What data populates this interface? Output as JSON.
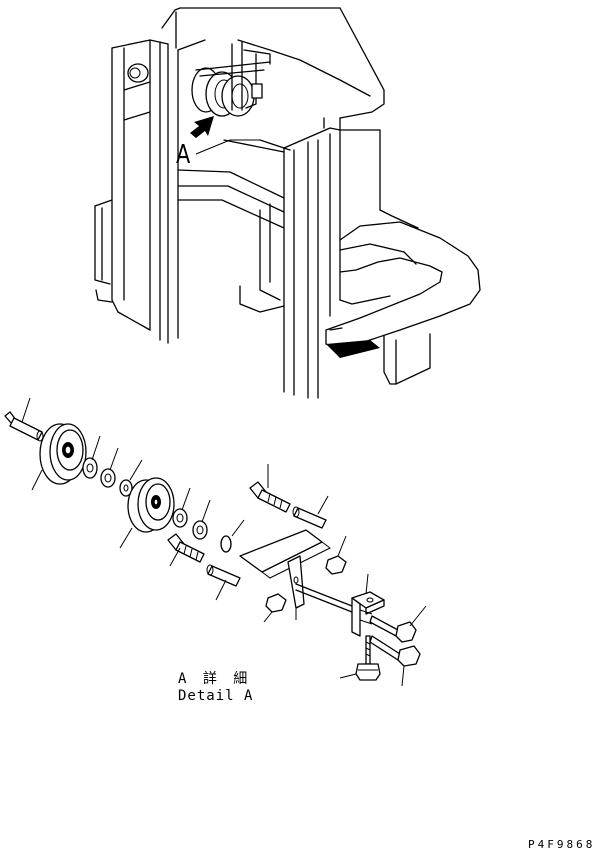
{
  "view_label": "A",
  "detail_title_jp": "A 詳 細",
  "detail_title_en": "Detail A",
  "drawing_number": "P4F9868",
  "colors": {
    "ink": "#000000",
    "paper": "#ffffff"
  },
  "icons": {
    "view_arrow": "arrow-icon"
  }
}
